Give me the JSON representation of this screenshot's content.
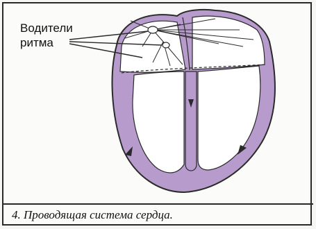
{
  "labels": {
    "pacemakers_line1": "Водители",
    "pacemakers_line2": "ритма"
  },
  "caption": {
    "text": "4. Проводящая система сердца."
  },
  "colors": {
    "myocardium": "#b79bcc",
    "myocardium_dark": "#8e6aa8",
    "cavity": "#ffffff",
    "outline": "#2a2a2a"
  }
}
